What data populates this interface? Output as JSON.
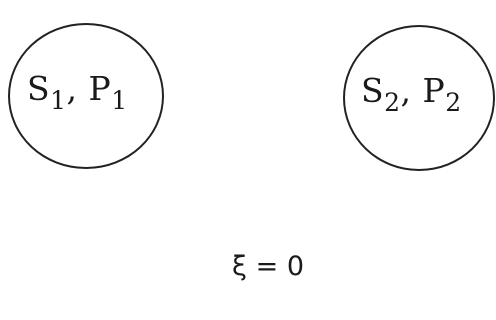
{
  "diagram": {
    "nodes": [
      {
        "symbol_a": "S",
        "sub_a": "1",
        "symbol_b": "P",
        "sub_b": "1",
        "separator": ", "
      },
      {
        "symbol_a": "S",
        "sub_a": "2",
        "symbol_b": "P",
        "sub_b": "2",
        "separator": ", "
      }
    ],
    "parameter_label": "ξ = 0"
  }
}
